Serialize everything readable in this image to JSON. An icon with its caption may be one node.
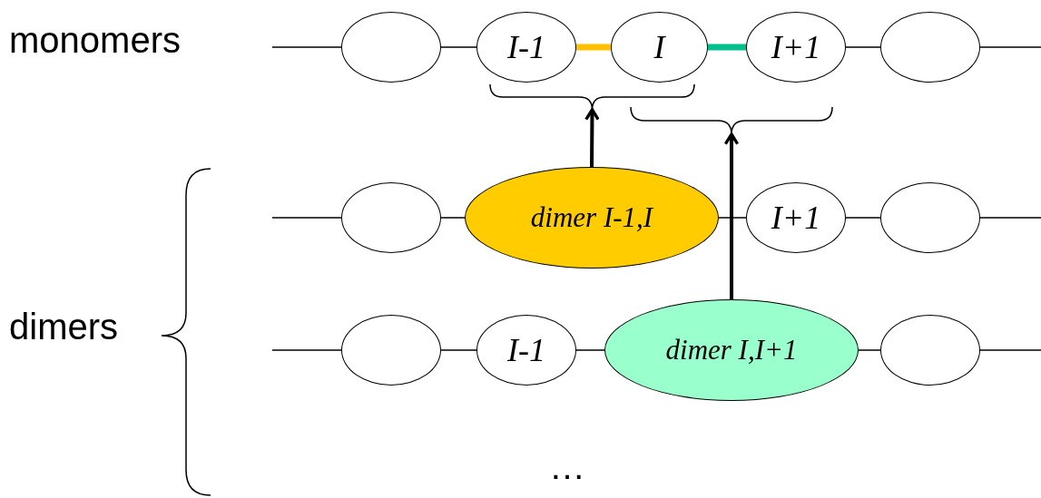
{
  "diagram": {
    "nodes": [
      {
        "text": [],
        "shape": "ellipse"
      },
      {
        "text": [
          "I-1"
        ]
      },
      {
        "text": [
          "I"
        ]
      },
      {
        "text": [
          "I+1"
        ]
      },
      {
        "text": [],
        "shape": "ellipse"
      },
      {
        "text": [],
        "shape": "ellipse"
      },
      {
        "text": [
          "dimer I-1,I"
        ]
      },
      {
        "text": [
          "I+1"
        ]
      },
      {
        "text": [],
        "shape": "ellipse"
      },
      {
        "text": [],
        "shape": "ellipse"
      },
      {
        "text": [
          "I-1"
        ]
      },
      {
        "text": [
          "dimer I,I+1"
        ]
      },
      {
        "text": [],
        "shape": "ellipse"
      },
      {
        "text": [],
        "shape": "brace"
      },
      {
        "text": [],
        "shape": "brace"
      }
    ],
    "edges": [
      {
        "from": null,
        "to": 0,
        "arrow": "none"
      },
      {
        "from": 0,
        "to": 1,
        "arrow": "none"
      },
      {
        "from": 1,
        "to": 2,
        "arrow": "none",
        "style": "thick",
        "color": "#ffc000"
      },
      {
        "from": 2,
        "to": 3,
        "arrow": "none",
        "style": "thick",
        "color": "#00c08c"
      },
      {
        "from": 3,
        "to": 4,
        "arrow": "none"
      },
      {
        "from": 4,
        "to": null,
        "arrow": "none"
      },
      {
        "from": null,
        "to": 5,
        "arrow": "none"
      },
      {
        "from": 5,
        "to": 6,
        "arrow": "none"
      },
      {
        "from": 6,
        "to": 7,
        "arrow": "none"
      },
      {
        "from": 7,
        "to": 8,
        "arrow": "none"
      },
      {
        "from": 8,
        "to": null,
        "arrow": "none"
      },
      {
        "from": null,
        "to": 9,
        "arrow": "none"
      },
      {
        "from": 9,
        "to": 10,
        "arrow": "none"
      },
      {
        "from": 10,
        "to": 11,
        "arrow": "none"
      },
      {
        "from": 11,
        "to": 12,
        "arrow": "none"
      },
      {
        "from": 12,
        "to": null,
        "arrow": "none"
      },
      {
        "from": 6,
        "to": 13,
        "arrow": "to",
        "style": "thick"
      },
      {
        "from": 11,
        "to": 14,
        "arrow": "to",
        "style": "thick"
      }
    ],
    "labels": [
      "monomers",
      "dimers",
      "…"
    ]
  }
}
